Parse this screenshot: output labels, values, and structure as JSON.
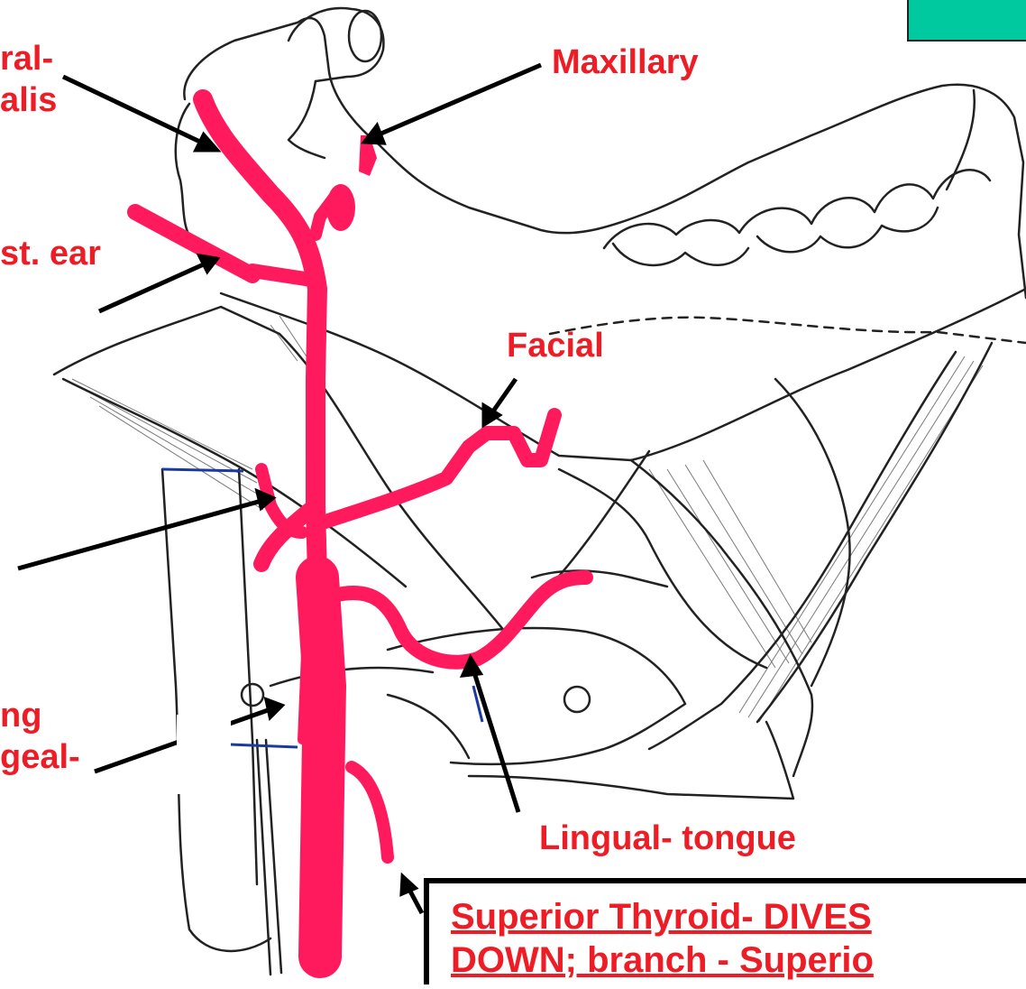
{
  "labels": {
    "temporalis": "ral-\nalis",
    "maxillary": "Maxillary",
    "post_ear": "st. ear",
    "facial": "Facial",
    "ascending_pharyngeal": "ng\ngeal-",
    "lingual": "Lingual- tongue"
  },
  "note": {
    "line1": "Superior Thyroid-  DIVES",
    "line2": "DOWN;  branch -  Superio"
  },
  "colors": {
    "artery": "#ff1a5e",
    "label": "#ee1c25",
    "corner_box": "#00c9a0",
    "line": "#000000"
  }
}
